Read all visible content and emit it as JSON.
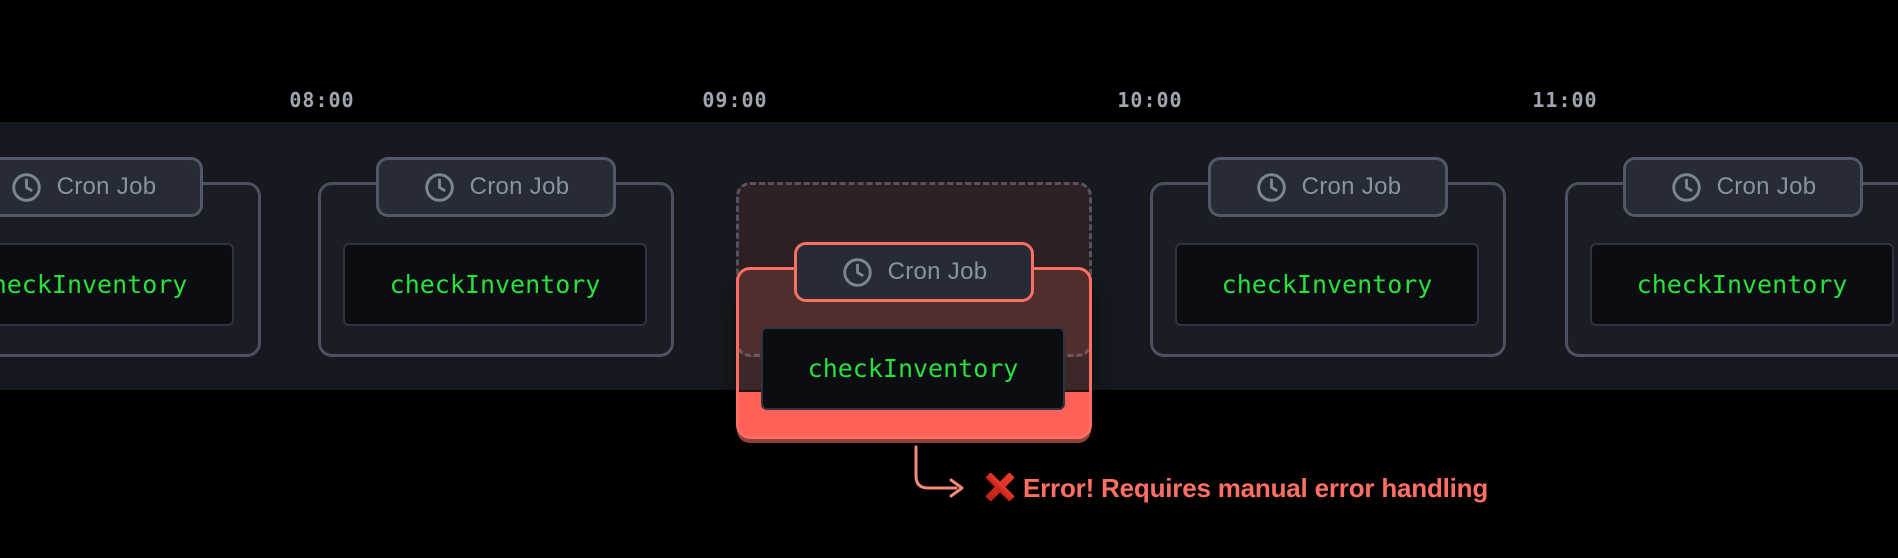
{
  "timeline": {
    "labels": [
      "08:00",
      "09:00",
      "10:00",
      "11:00"
    ]
  },
  "normal_cards": [
    {
      "badge_label": "Cron Job",
      "code": "checkInventory"
    },
    {
      "badge_label": "Cron Job",
      "code": "checkInventory"
    },
    {
      "badge_label": "Cron Job",
      "code": "checkInventory"
    },
    {
      "badge_label": "Cron Job",
      "code": "checkInventory"
    }
  ],
  "error_card": {
    "badge_label": "Cron Job",
    "code": "checkInventory"
  },
  "error_message": {
    "icon": "cross-mark",
    "text": "Error! Requires manual error handling"
  },
  "icons": {
    "badge_icon": "clock"
  },
  "colors": {
    "background": "#000000",
    "strip_bg": "#16191f",
    "card_border": "#4a5160",
    "badge_text": "#8a92a2",
    "code_green": "#2bdf3c",
    "time_label": "#a0a5b0",
    "error_accent": "#ff6e63",
    "salmon_band": "#ff6159",
    "error_text": "#ff6f65"
  }
}
